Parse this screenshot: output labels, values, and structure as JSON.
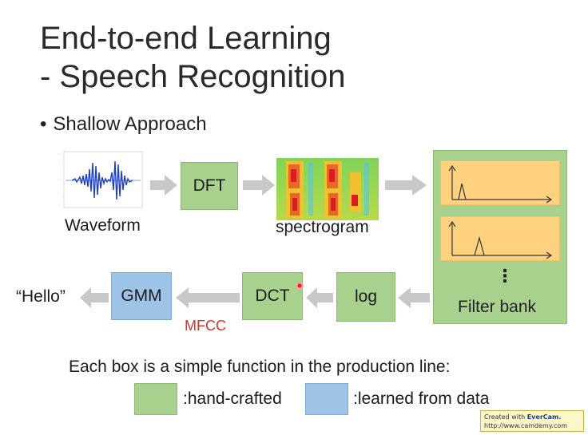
{
  "slide": {
    "title_line1": "End-to-end Learning",
    "title_line2": "- Speech Recognition",
    "bullet": "Shallow Approach"
  },
  "pipeline": {
    "waveform_label": "Waveform",
    "dft_label": "DFT",
    "spectrogram_label": "spectrogram",
    "filterbank_label": "Filter bank",
    "filterbank_ellipsis": "⋮",
    "log_label": "log",
    "dct_label": "DCT",
    "mfcc_label": "MFCC",
    "gmm_label": "GMM",
    "output_label": "“Hello”"
  },
  "footer": {
    "caption": "Each box is a simple function in the production line:",
    "legend_handcrafted": ":hand-crafted",
    "legend_learned": ":learned from data"
  },
  "watermark": {
    "line1_prefix": "Created with ",
    "line1_brand": "EverCam.",
    "line2": "http://www.camdemy.com"
  },
  "colors": {
    "handcrafted": "#a9d18e",
    "learned": "#9dc3e6",
    "mfcc": "#d6322b",
    "filter_row": "#ffd27f",
    "arrow": "#c8c8c8"
  }
}
